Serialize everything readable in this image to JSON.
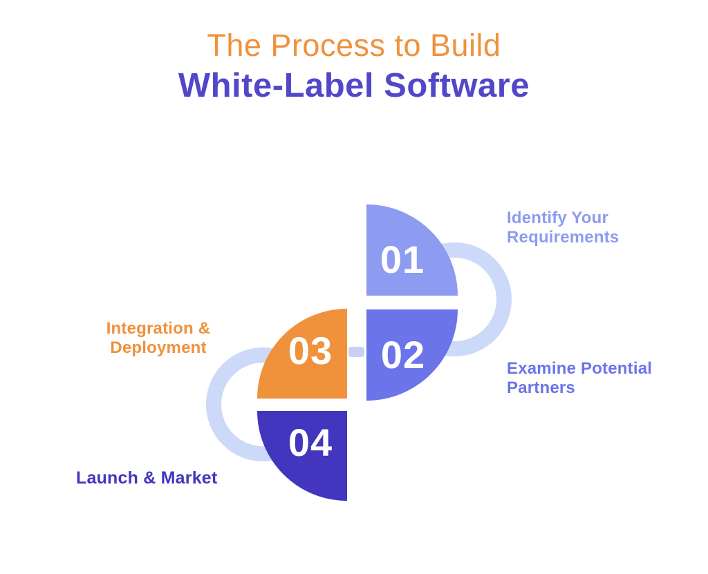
{
  "title": {
    "line1": "The Process to Build",
    "line2": "White-Label Software"
  },
  "colors": {
    "background": "#FFFFFF",
    "title_line1": "#F0913C",
    "title_line2": "#5147C8",
    "ring": "#CDD9F8",
    "connector_bar": "#C7D1F3",
    "number_text": "#FFFFFF"
  },
  "steps": [
    {
      "number": "01",
      "color": "#8D9BF0",
      "label_lines": [
        "Identify Your",
        "Requirements"
      ]
    },
    {
      "number": "02",
      "color": "#6B74E8",
      "label_lines": [
        "Examine Potential",
        "Partners"
      ]
    },
    {
      "number": "03",
      "color": "#F0913C",
      "label_lines": [
        "Integration &",
        "Deployment"
      ]
    },
    {
      "number": "04",
      "color": "#4136BD",
      "label_lines": [
        "Launch & Market"
      ]
    }
  ]
}
